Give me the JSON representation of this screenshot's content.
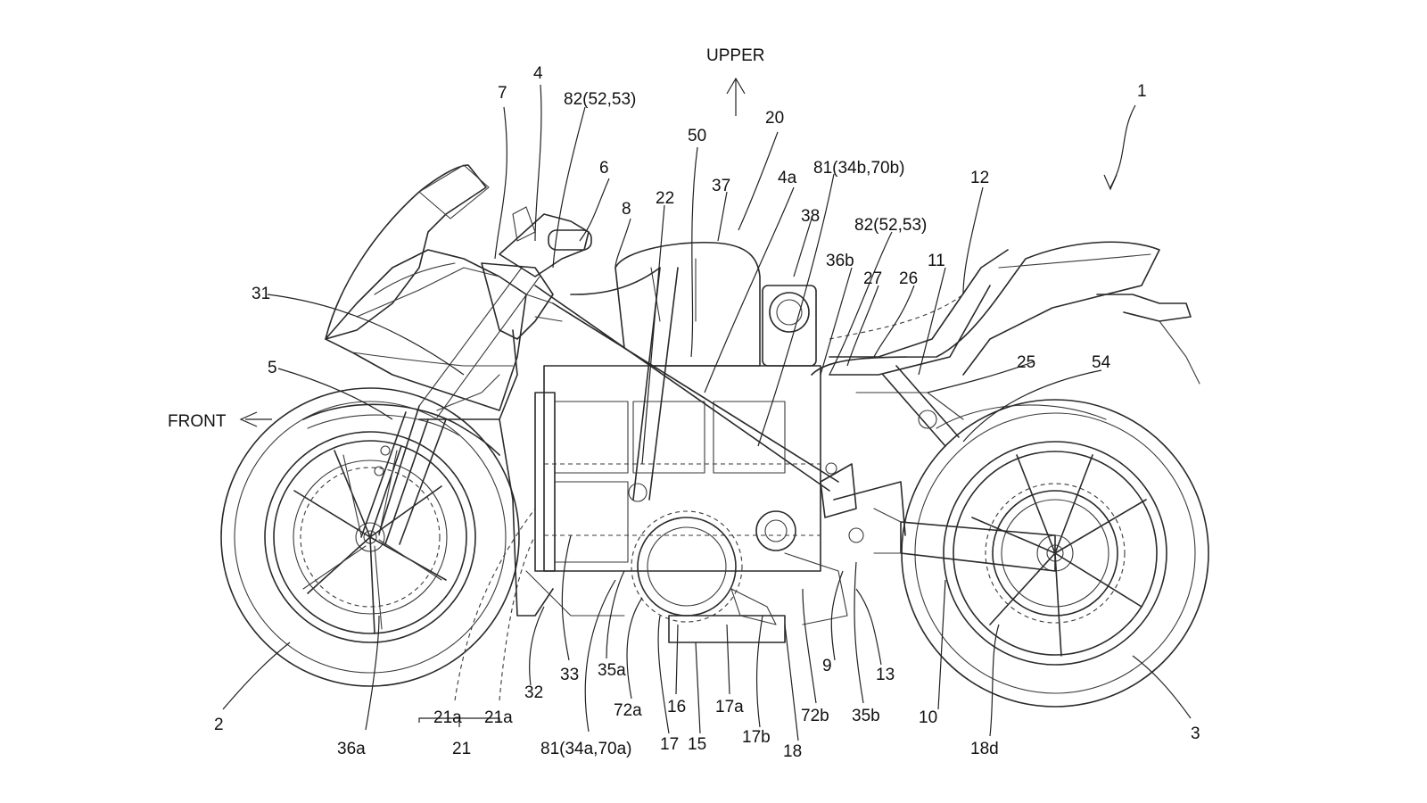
{
  "figure": {
    "orientation_labels": {
      "upper": "UPPER",
      "front": "FRONT"
    },
    "reference_labels": [
      "1",
      "2",
      "3",
      "4",
      "4a",
      "5",
      "6",
      "7",
      "8",
      "9",
      "10",
      "11",
      "12",
      "13",
      "15",
      "16",
      "17",
      "17a",
      "17b",
      "18",
      "18d",
      "20",
      "21",
      "21a",
      "21a",
      "22",
      "25",
      "26",
      "27",
      "31",
      "32",
      "33",
      "35a",
      "35b",
      "36a",
      "36b",
      "37",
      "38",
      "50",
      "54",
      "72a",
      "72b",
      "81(34a,70a)",
      "81(34b,70b)",
      "82(52,53)",
      "82(52,53)"
    ]
  },
  "colors": {
    "background": "#ffffff",
    "line": "#2a2a2a"
  }
}
